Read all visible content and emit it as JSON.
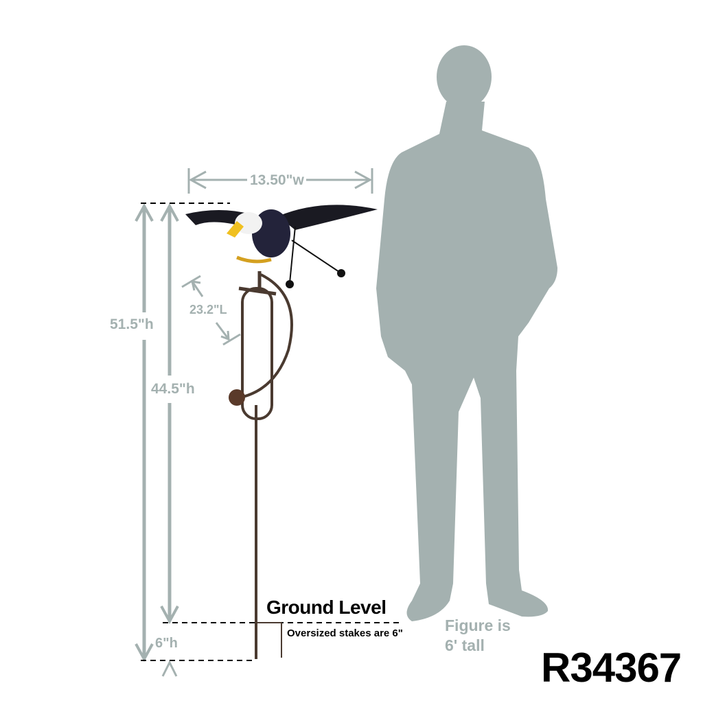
{
  "dimensions": {
    "width": "13.50\"w",
    "overall_height": "51.5\"h",
    "above_ground_height": "44.5\"h",
    "length": "23.2\"L",
    "stake_depth": "6\"h"
  },
  "ground_label": "Ground Level",
  "stake_note": "Oversized stakes are 6\"",
  "figure_note_line1": "Figure is",
  "figure_note_line2": "6' tall",
  "product_code": "R34367",
  "colors": {
    "dimension_gray": "#a4b1b0",
    "silhouette": "#a4b1b0",
    "stake": "#4a3a30"
  }
}
